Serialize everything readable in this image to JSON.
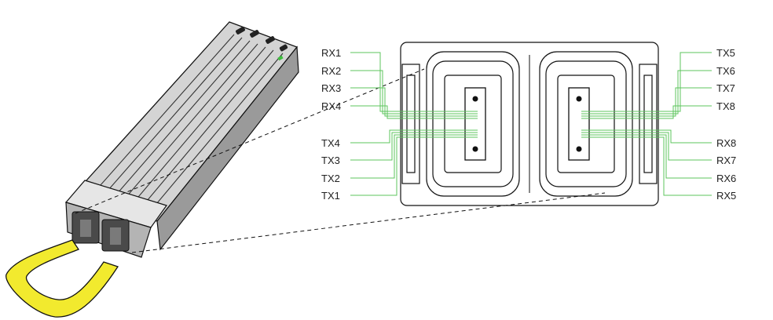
{
  "colors": {
    "lead_line": "#5cc45c",
    "latch": "#f2ea2e",
    "module_body": "#c9c9c9",
    "outline": "#111111"
  },
  "left_labels": [
    "RX1",
    "RX2",
    "RX3",
    "RX4",
    "TX4",
    "TX3",
    "TX2",
    "TX1"
  ],
  "right_labels": [
    "TX5",
    "TX6",
    "TX7",
    "TX8",
    "RX8",
    "RX7",
    "RX6",
    "RX5"
  ]
}
